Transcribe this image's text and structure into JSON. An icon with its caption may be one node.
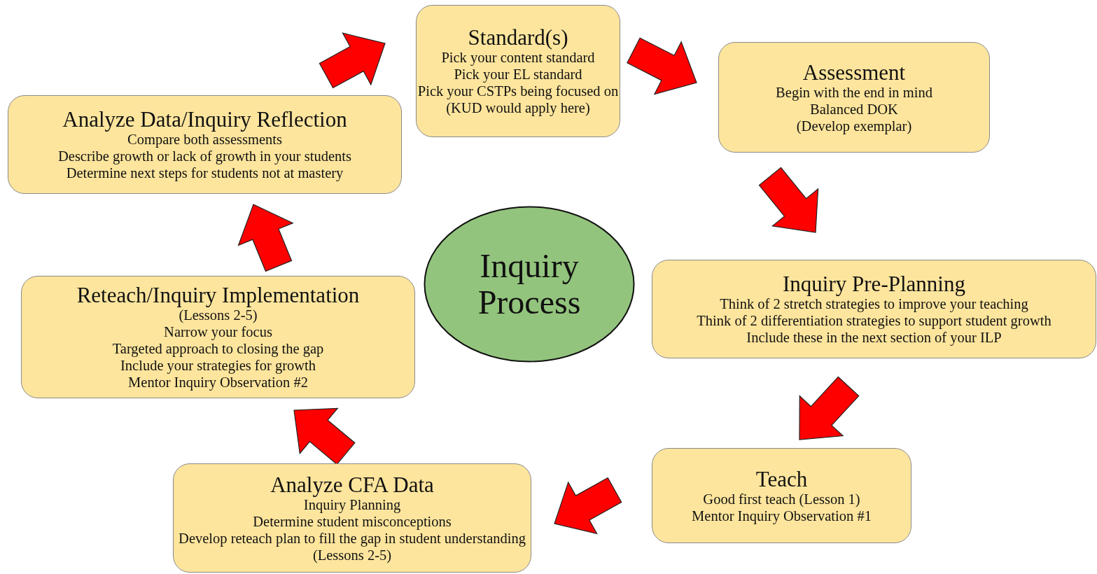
{
  "diagram": {
    "nodes": [
      {
        "text": [
          "Standard(s)",
          "Pick your content standard",
          "Pick your EL standard",
          "Pick your CSTPs being focused on",
          "(KUD would apply here)"
        ]
      },
      {
        "text": [
          "Assessment",
          "Begin with the end in mind",
          "Balanced DOK",
          "(Develop exemplar)"
        ]
      },
      {
        "text": [
          "Inquiry Pre-Planning",
          "Think of 2 stretch strategies to improve your teaching",
          "Think of 2 differentiation strategies to support student growth",
          "Include these in the next section of your ILP"
        ]
      },
      {
        "text": [
          "Teach",
          "Good first teach  (Lesson 1)",
          "Mentor Inquiry Observation #1"
        ]
      },
      {
        "text": [
          "Analyze CFA Data",
          "Inquiry Planning",
          "Determine student misconceptions",
          "Develop reteach plan to fill the gap in student understanding (Lessons 2-5)"
        ]
      },
      {
        "text": [
          "Reteach/Inquiry Implementation",
          "(Lessons 2-5)",
          "Narrow your focus",
          "Targeted approach to closing the gap",
          "Include your strategies for growth",
          "Mentor Inquiry Observation #2"
        ]
      },
      {
        "text": [
          "Analyze Data/Inquiry Reflection",
          "Compare both assessments",
          "Describe growth or lack of growth in your students",
          "Determine next steps for students not at mastery"
        ]
      },
      {
        "text": [
          "Inquiry Process"
        ]
      }
    ],
    "edges": [
      {
        "from": 0,
        "to": 1,
        "arrow": "to",
        "style": "thick"
      },
      {
        "from": 1,
        "to": 2,
        "arrow": "to",
        "style": "thick"
      },
      {
        "from": 2,
        "to": 3,
        "arrow": "to",
        "style": "thick"
      },
      {
        "from": 3,
        "to": 4,
        "arrow": "to",
        "style": "thick"
      },
      {
        "from": 4,
        "to": 5,
        "arrow": "to",
        "style": "thick"
      },
      {
        "from": 5,
        "to": 6,
        "arrow": "to",
        "style": "thick"
      },
      {
        "from": 6,
        "to": 0,
        "arrow": "to",
        "style": "thick"
      }
    ]
  }
}
